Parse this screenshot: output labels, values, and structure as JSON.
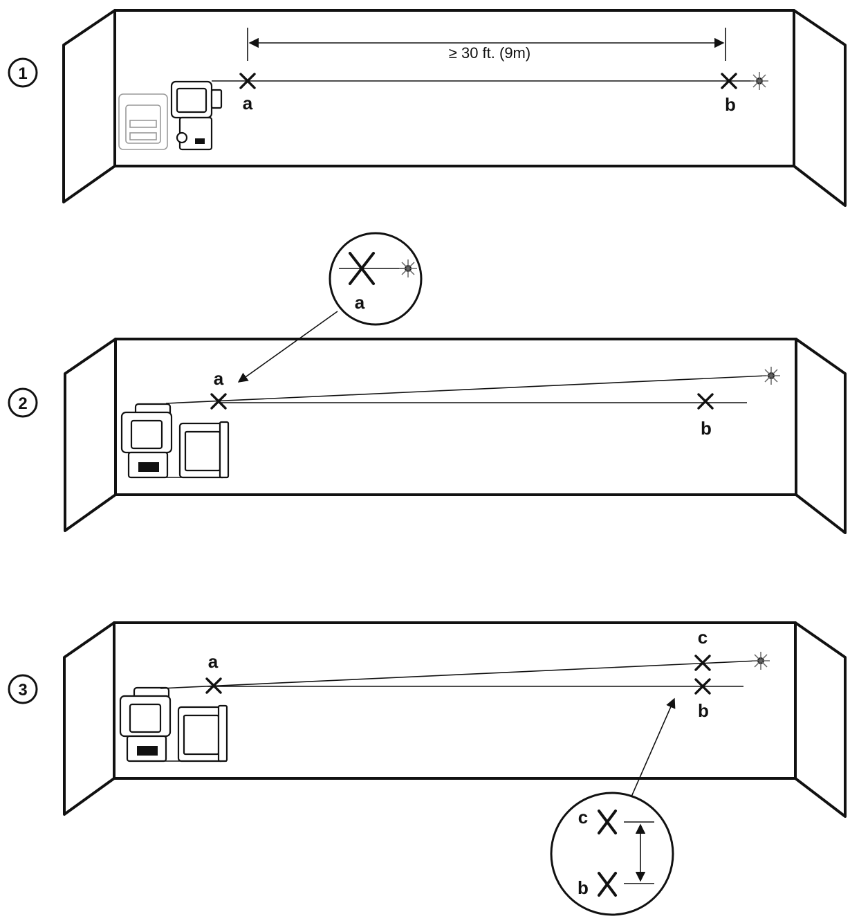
{
  "steps": [
    {
      "number": "1",
      "distance_label": "≥ 30 ft. (9m)",
      "marks": [
        "a",
        "b"
      ]
    },
    {
      "number": "2",
      "marks": [
        "a",
        "b"
      ],
      "callout_mark": "a"
    },
    {
      "number": "3",
      "marks": [
        "a",
        "c",
        "b"
      ],
      "callout_marks": [
        "c",
        "b"
      ]
    }
  ],
  "icons": [
    "laser-level-tool",
    "laser-spot-icon",
    "x-mark-icon",
    "magnifier-callout"
  ],
  "colors": {
    "ink": "#111111",
    "background": "#ffffff"
  }
}
